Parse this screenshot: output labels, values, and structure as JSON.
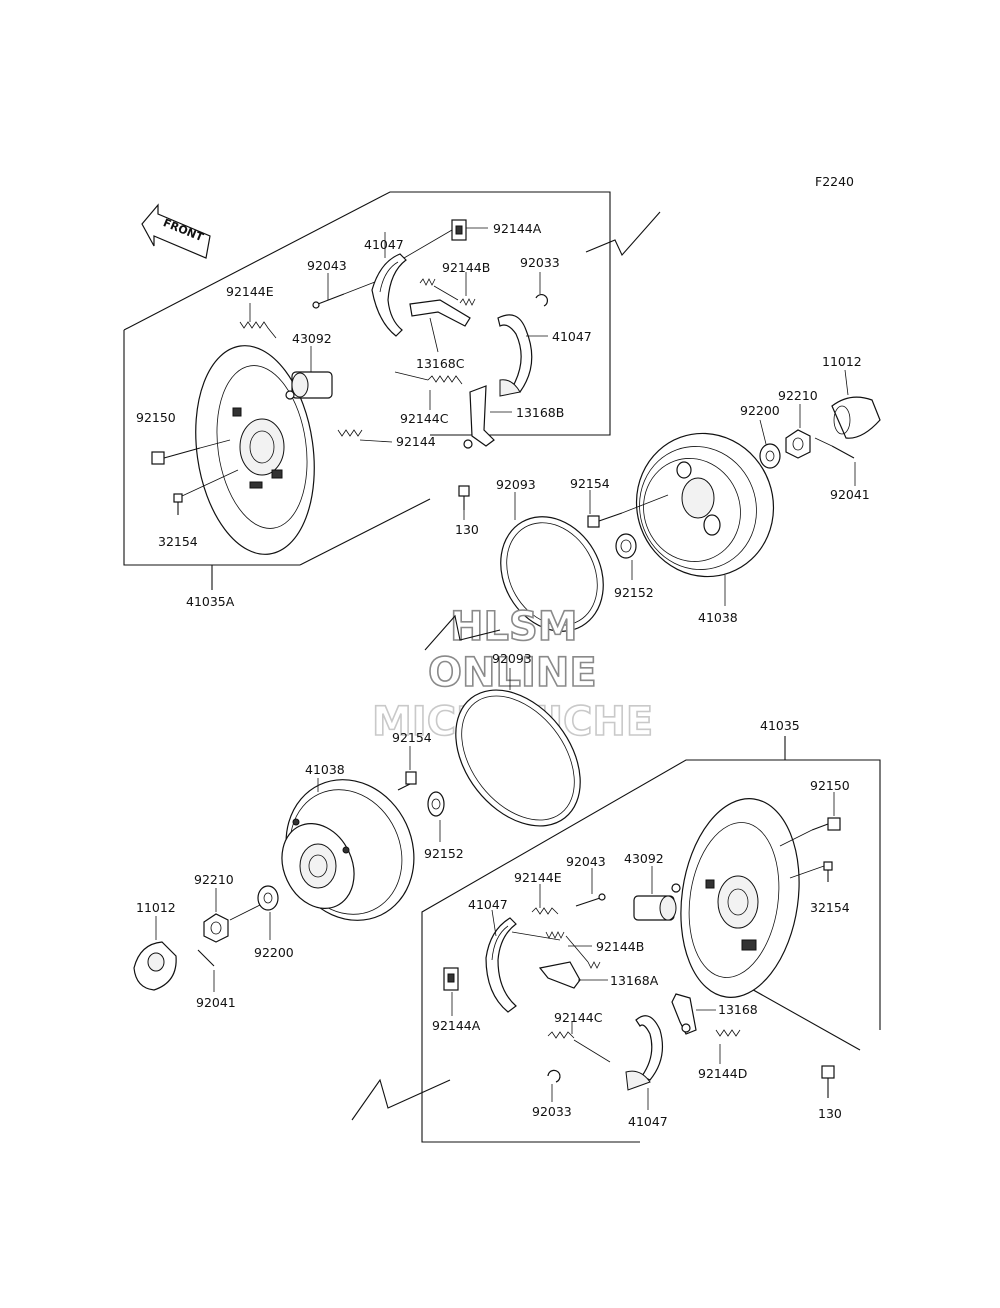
{
  "figure_code": "F2240",
  "front_label": "FRONT",
  "watermark": {
    "line1": "HLSM",
    "line2": "ONLINE",
    "line3": "MICROFICHE"
  },
  "upper_assembly": {
    "group_label": "41035A",
    "labels": {
      "p41047_top": "41047",
      "p92144A": "92144A",
      "p92043": "92043",
      "p92144B": "92144B",
      "p92033": "92033",
      "p92144E": "92144E",
      "p43092": "43092",
      "p13168C": "13168C",
      "p41047_right": "41047",
      "p92150": "92150",
      "p92144C": "92144C",
      "p13168B": "13168B",
      "p92144": "92144",
      "p130": "130",
      "p32154": "32154"
    }
  },
  "upper_drum": {
    "labels": {
      "p11012": "11012",
      "p92210": "92210",
      "p92200": "92200",
      "p92041": "92041",
      "p92154": "92154",
      "p92093": "92093",
      "p92152": "92152",
      "p41038": "41038"
    }
  },
  "lower_drum": {
    "labels": {
      "p92093": "92093",
      "p41038": "41038",
      "p92154": "92154",
      "p92152": "92152",
      "p92210": "92210",
      "p11012": "11012",
      "p92200": "92200",
      "p92041": "92041"
    }
  },
  "lower_assembly": {
    "group_label": "41035",
    "labels": {
      "p92150": "92150",
      "p92043": "92043",
      "p43092": "43092",
      "p92144E": "92144E",
      "p32154": "32154",
      "p41047_top": "41047",
      "p92144B": "92144B",
      "p13168A": "13168A",
      "p92144A": "92144A",
      "p92144C": "92144C",
      "p13168": "13168",
      "p92144D": "92144D",
      "p130": "130",
      "p92033": "92033",
      "p41047_bottom": "41047"
    }
  }
}
